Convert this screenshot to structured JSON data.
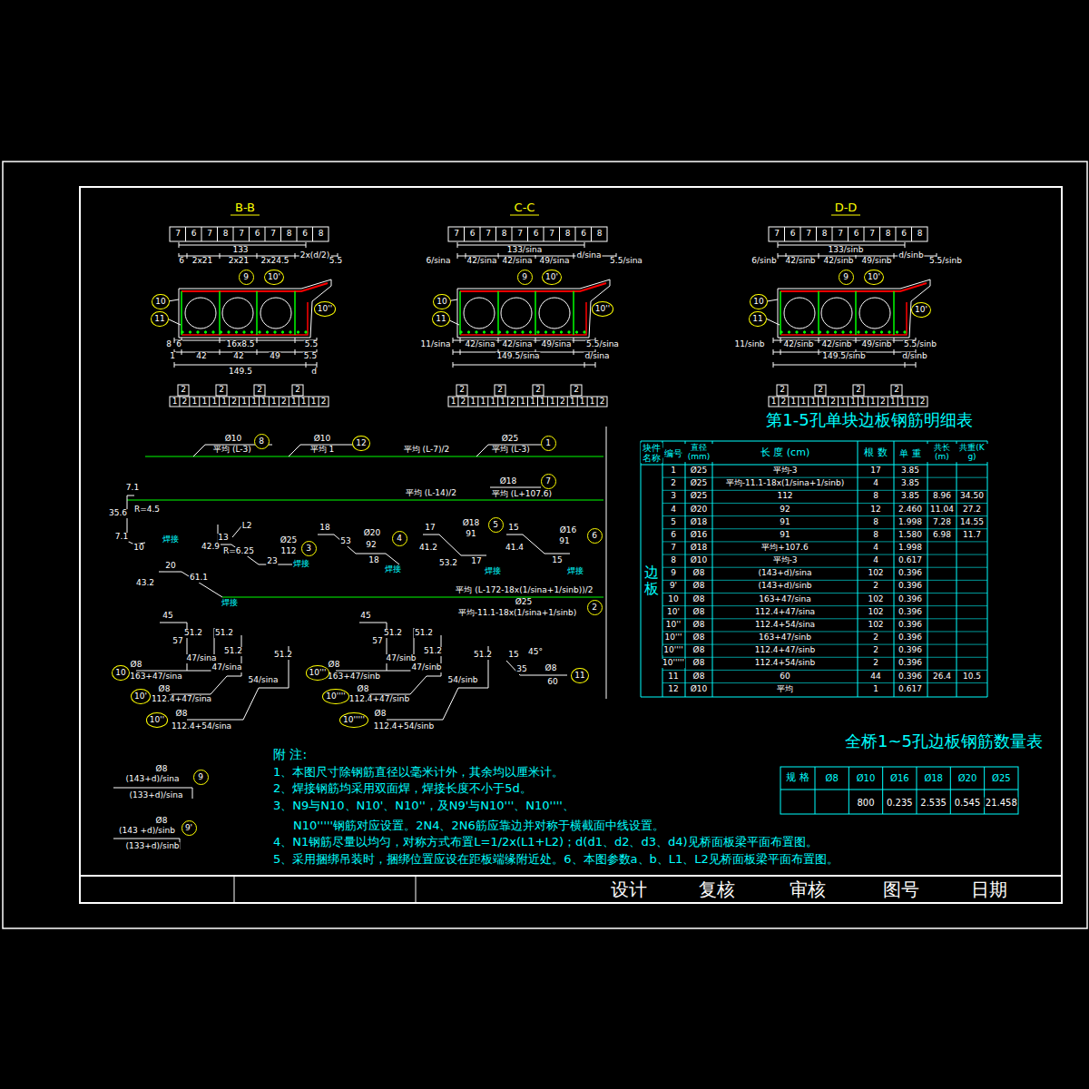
{
  "diagram": {
    "nodes": [
      {
        "text": [
          "9"
        ]
      },
      {
        "text": [
          "10'"
        ]
      },
      {
        "text": [
          "10"
        ]
      },
      {
        "text": [
          "11"
        ]
      },
      {
        "text": [
          "10''"
        ]
      },
      {
        "text": [
          "9"
        ]
      },
      {
        "text": [
          "10'"
        ]
      },
      {
        "text": [
          "10"
        ]
      },
      {
        "text": [
          "11"
        ]
      },
      {
        "text": [
          "10''"
        ]
      },
      {
        "text": [
          "9"
        ]
      },
      {
        "text": [
          "10'"
        ]
      },
      {
        "text": [
          "10"
        ]
      },
      {
        "text": [
          "11"
        ]
      },
      {
        "text": [
          "10'"
        ]
      },
      {
        "text": [
          "8"
        ]
      },
      {
        "text": [
          "12"
        ]
      },
      {
        "text": [
          "1"
        ]
      },
      {
        "text": [
          "7"
        ]
      },
      {
        "text": [
          "3"
        ]
      },
      {
        "text": [
          "4"
        ]
      },
      {
        "text": [
          "5"
        ]
      },
      {
        "text": [
          "6"
        ]
      },
      {
        "text": [
          "2"
        ]
      },
      {
        "text": [
          "10"
        ]
      },
      {
        "text": [
          "10'"
        ]
      },
      {
        "text": [
          "10''"
        ]
      },
      {
        "text": [
          "10'''"
        ]
      },
      {
        "text": [
          "10''''"
        ]
      },
      {
        "text": [
          "10'''''"
        ]
      },
      {
        "text": [
          "11"
        ]
      },
      {
        "text": [
          "9"
        ]
      },
      {
        "text": [
          "9'"
        ]
      }
    ],
    "labels": [
      "B-B",
      "7",
      "6",
      "7",
      "8",
      "7",
      "6",
      "7",
      "8",
      "6",
      "8",
      "133",
      "6",
      "2x21",
      "2x21",
      "2x24.5",
      "2x(d/2)",
      "5.5",
      "16x8.5",
      "8",
      "6",
      "5.5",
      "1",
      "42",
      "42",
      "49",
      "5.5",
      "149.5",
      "d",
      "2",
      "2",
      "2",
      "2",
      "1",
      "2",
      "1",
      "1",
      "1",
      "1",
      "2",
      "1",
      "1",
      "1",
      "1",
      "2",
      "1",
      "1",
      "1",
      "2",
      "C-C",
      "7",
      "6",
      "7",
      "8",
      "7",
      "6",
      "7",
      "8",
      "6",
      "8",
      "133/sina",
      "6/sina",
      "42/sina",
      "42/sina",
      "49/sina",
      "d/sina",
      "5.5/sina",
      "11/sina",
      "42/sina",
      "42/sina",
      "49/sina",
      "5.5/sina",
      "149.5/sina",
      "d/sina",
      "2",
      "2",
      "2",
      "2",
      "1",
      "2",
      "1",
      "1",
      "1",
      "1",
      "2",
      "1",
      "1",
      "1",
      "1",
      "2",
      "1",
      "1",
      "1",
      "2",
      "D-D",
      "7",
      "6",
      "7",
      "8",
      "7",
      "6",
      "7",
      "8",
      "6",
      "8",
      "133/sinb",
      "6/sinb",
      "42/sinb",
      "42/sinb",
      "49/sinb",
      "d/sinb",
      "5.5/sinb",
      "11/sinb",
      "42/sinb",
      "42/sinb",
      "49/sinb",
      "5.5/sinb",
      "149.5/sinb",
      "d/sinb",
      "2",
      "2",
      "2",
      "2",
      "1",
      "2",
      "1",
      "1",
      "1",
      "1",
      "2",
      "1",
      "1",
      "1",
      "1",
      "2",
      "1",
      "1",
      "1",
      "2",
      "Ø10",
      "平均 (L-3)",
      "Ø10",
      "平均 1",
      "平均 (L-7)/2",
      "Ø25",
      "平均 (L-3)",
      "平均 (L-14)/2",
      "Ø18",
      "平均 (L+107.6)",
      "7.1",
      "35.6",
      "R=4.5",
      "7.1",
      "10",
      "焊接",
      "42.9",
      "13",
      "L2",
      "R=6.25",
      "Ø25",
      "112",
      "23",
      "焊接",
      "18",
      "53",
      "Ø20",
      "92",
      "18",
      "焊接",
      "17",
      "41.2",
      "Ø18",
      "91",
      "53.2",
      "17",
      "焊接",
      "15",
      "41.4",
      "Ø16",
      "91",
      "15",
      "焊接",
      "20",
      "43.2",
      "61.1",
      "焊接",
      "平均 (L-172-18x(1/sina+1/sinb))/2",
      "Ø25",
      "平均-11.1-18x(1/sina+1/sinb)",
      "45",
      "57",
      "51.2",
      "51.2",
      "47/sina",
      "Ø8",
      "163+47/sina",
      "51.2",
      "47/sina",
      "Ø8",
      "112.4+47/sina",
      "51.2",
      "54/sina",
      "Ø8",
      "112.4+54/sina",
      "45",
      "57",
      "51.2",
      "51.2",
      "47/sinb",
      "Ø8",
      "163+47/sinb",
      "51.2",
      "47/sinb",
      "Ø8",
      "112.4+47/sinb",
      "51.2",
      "54/sinb",
      "Ø8",
      "112.4+54/sinb",
      "15",
      "45°",
      "35",
      "Ø8",
      "60",
      "Ø8",
      "(143+d)/sina",
      "(133+d)/sina",
      "Ø8",
      "(143 +d)/sinb",
      "(133+d)/sinb",
      "附 注:",
      "1、本图尺寸除钢筋直径以毫米计外，其余均以厘米计。",
      "2、焊接钢筋均采用双面焊，焊接长度不小于5d。",
      "3、N9与N10、N10'、N10''，及N9'与N10'''、N10''''、",
      "N10'''''钢筋对应设置。2N4、2N6筋应靠边并对称于横截面中线设置。",
      "4、N1钢筋尽量以均匀，对称方式布置L=1/2x(L1+L2)；d(d1、d2、d3、d4)见桥面板梁平面布置图。",
      "5、采用捆绑吊装时，捆绑位置应设在距板端缘附近处。6、本图参数a、b、L1、L2见桥面板梁平面布置图。",
      "设计",
      "复核",
      "审核",
      "图号",
      "日期",
      "第1-5孔单块边板钢筋明细表",
      "块件名称",
      "编号",
      "直径(mm)",
      "长 度 (cm)",
      "根 数",
      "单 重",
      "共长(m)",
      "共重(Kg)",
      "边板",
      "1",
      "Ø25",
      "平均-3",
      "17",
      "3.85",
      "2",
      "Ø25",
      "平均-11.1-18x(1/sina+1/sinb)",
      "4",
      "3.85",
      "3",
      "Ø25",
      "112",
      "8",
      "3.85",
      "8.96",
      "34.50",
      "4",
      "Ø20",
      "92",
      "12",
      "2.460",
      "11.04",
      "27.2",
      "5",
      "Ø18",
      "91",
      "8",
      "1.998",
      "7.28",
      "14.55",
      "6",
      "Ø16",
      "91",
      "8",
      "1.580",
      "6.98",
      "11.7",
      "7",
      "Ø18",
      "平均+107.6",
      "4",
      "1.998",
      "8",
      "Ø10",
      "平均-3",
      "4",
      "0.617",
      "9",
      "Ø8",
      "(143+d)/sina",
      "102",
      "0.396",
      "9'",
      "Ø8",
      "(143+d)/sinb",
      "2",
      "0.396",
      "10",
      "Ø8",
      "163+47/sina",
      "102",
      "0.396",
      "10'",
      "Ø8",
      "112.4+47/sina",
      "102",
      "0.396",
      "10''",
      "Ø8",
      "112.4+54/sina",
      "102",
      "0.396",
      "10'''",
      "Ø8",
      "163+47/sinb",
      "2",
      "0.396",
      "10''''",
      "Ø8",
      "112.4+47/sinb",
      "2",
      "0.396",
      "10'''''",
      "Ø8",
      "112.4+54/sinb",
      "2",
      "0.396",
      "11",
      "Ø8",
      "60",
      "44",
      "0.396",
      "26.4",
      "10.5",
      "12",
      "Ø10",
      "平均",
      "1",
      "0.617",
      "全桥1~5孔边板钢筋数量表",
      "规 格",
      "Ø8",
      "Ø10",
      "Ø16",
      "Ø18",
      "Ø20",
      "Ø25",
      "800",
      "0.235",
      "2.535",
      "0.545",
      "21.458"
    ]
  }
}
